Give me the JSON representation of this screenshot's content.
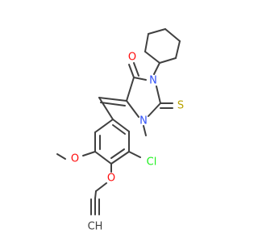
{
  "atom_labels": {
    "o_carbonyl": "O",
    "n3": "N",
    "n1": "N",
    "s_thione": "S",
    "cl": "Cl",
    "o_methoxy": "O",
    "o_propargyl": "O",
    "ch_terminal": "CH"
  },
  "colors": {
    "bond": "#404040",
    "oxygen": "#ff0d0d",
    "nitrogen": "#3050f8",
    "sulfur": "#b8a200",
    "chlorine": "#1ff01f"
  }
}
